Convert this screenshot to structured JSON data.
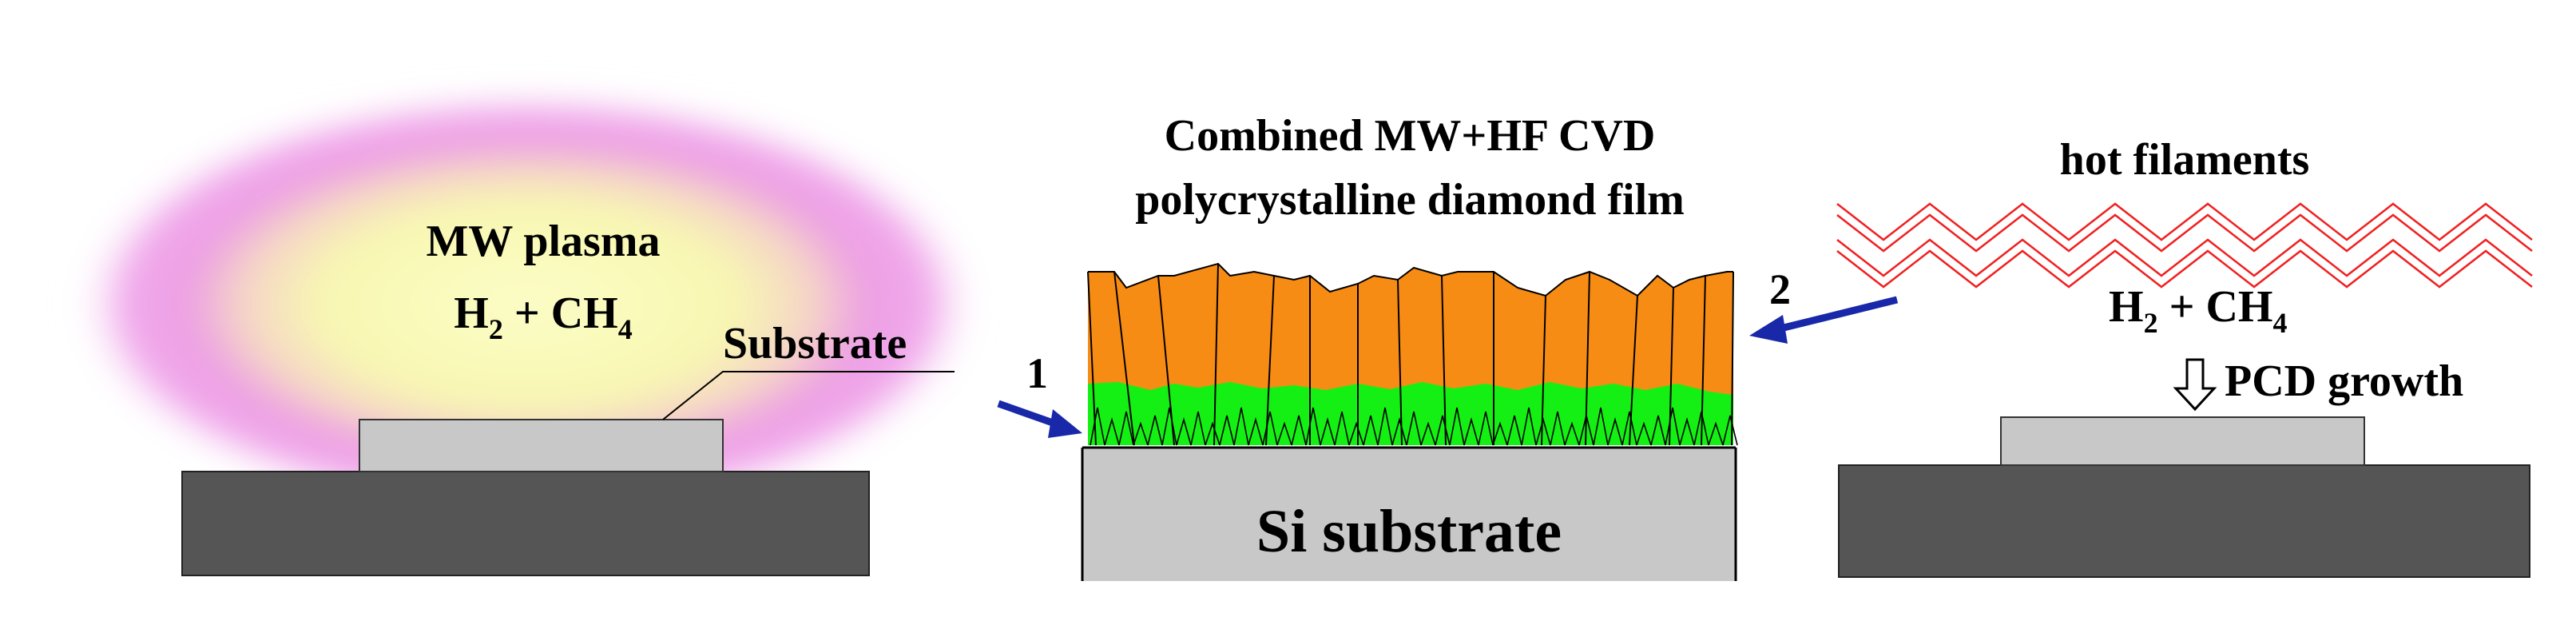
{
  "left_panel": {
    "plasma_label": "MW plasma",
    "gas_h": "H",
    "gas_h_sub": "2",
    "gas_plus": " + CH",
    "gas_ch_sub": "4",
    "substrate_label": "Substrate"
  },
  "center_panel": {
    "title_line1": "Combined MW+HF CVD",
    "title_line2": "polycrystalline diamond film",
    "substrate_label": "Si substrate",
    "marker_1": "1",
    "marker_2": "2"
  },
  "right_panel": {
    "filaments_label": "hot filaments",
    "gas_h": "H",
    "gas_h_sub": "2",
    "gas_plus": " + CH",
    "gas_ch_sub": "4",
    "growth_label": "PCD growth"
  },
  "colors": {
    "plasma_outer": "#e98fe6",
    "plasma_inner": "#fafcb5",
    "stage": "#555555",
    "substrate": "#c8c8c8",
    "mw_layer": "#f78c14",
    "hf_layer": "#14f014",
    "filament": "#f02020",
    "arrow": "#1828a8"
  }
}
